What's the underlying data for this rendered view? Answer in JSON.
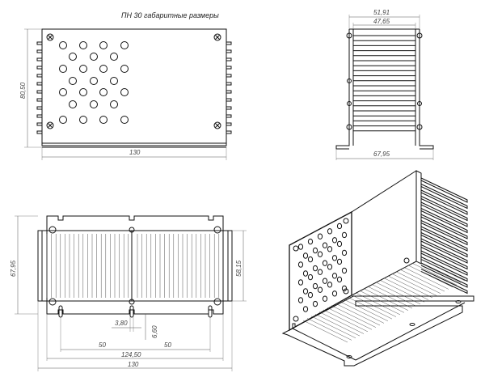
{
  "drawing": {
    "title": "ПН 30 габаритные размеры",
    "front_view": {
      "width": "130",
      "height": "80,50"
    },
    "side_view": {
      "outer_width": "51,91",
      "inner_width": "47,65",
      "base_width": "67,95"
    },
    "bottom_view": {
      "height_left": "67,95",
      "height_right": "58,15",
      "small_dim_1": "3,80",
      "small_dim_2": "6,60",
      "left_50": "50",
      "right_50": "50",
      "overall_124": "124,50",
      "overall_130": "130"
    },
    "iso_view": {}
  }
}
